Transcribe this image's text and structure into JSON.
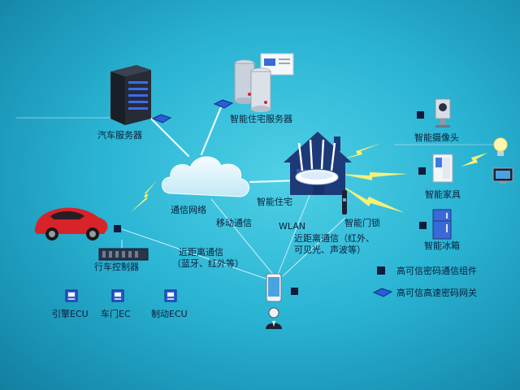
{
  "nodes": {
    "car_server": "汽车服务器",
    "home_server": "智能住宅服务器",
    "comm_network": "通信网络",
    "mobile_comm": "移动通信",
    "smart_home": "智能住宅",
    "wlan": "WLAN",
    "smart_lock": "智能门锁",
    "camera": "智能摄像头",
    "furniture": "智能家具",
    "fridge": "智能冰箱",
    "car_controller": "行车控制器",
    "short_range_car_1": "近距离通信",
    "short_range_car_2": "（蓝牙、红外等）",
    "short_range_home_1": "近距离通信（红外、",
    "short_range_home_2": "可见光、声波等）",
    "engine_ecu": "引擎ECU",
    "door_ecu": "车门EC",
    "brake_ecu": "制动ECU"
  },
  "legend": {
    "component": "高可信密码通信组件",
    "gateway": "高可信高速密码网关"
  },
  "colors": {
    "link_white": "#e9f7ff",
    "link_yellow": "#f4f07a",
    "component_square": "#0f1a3c",
    "gateway_blue": "#2a5bd8",
    "car_red": "#d8232a",
    "house_navy": "#1d3a78"
  }
}
